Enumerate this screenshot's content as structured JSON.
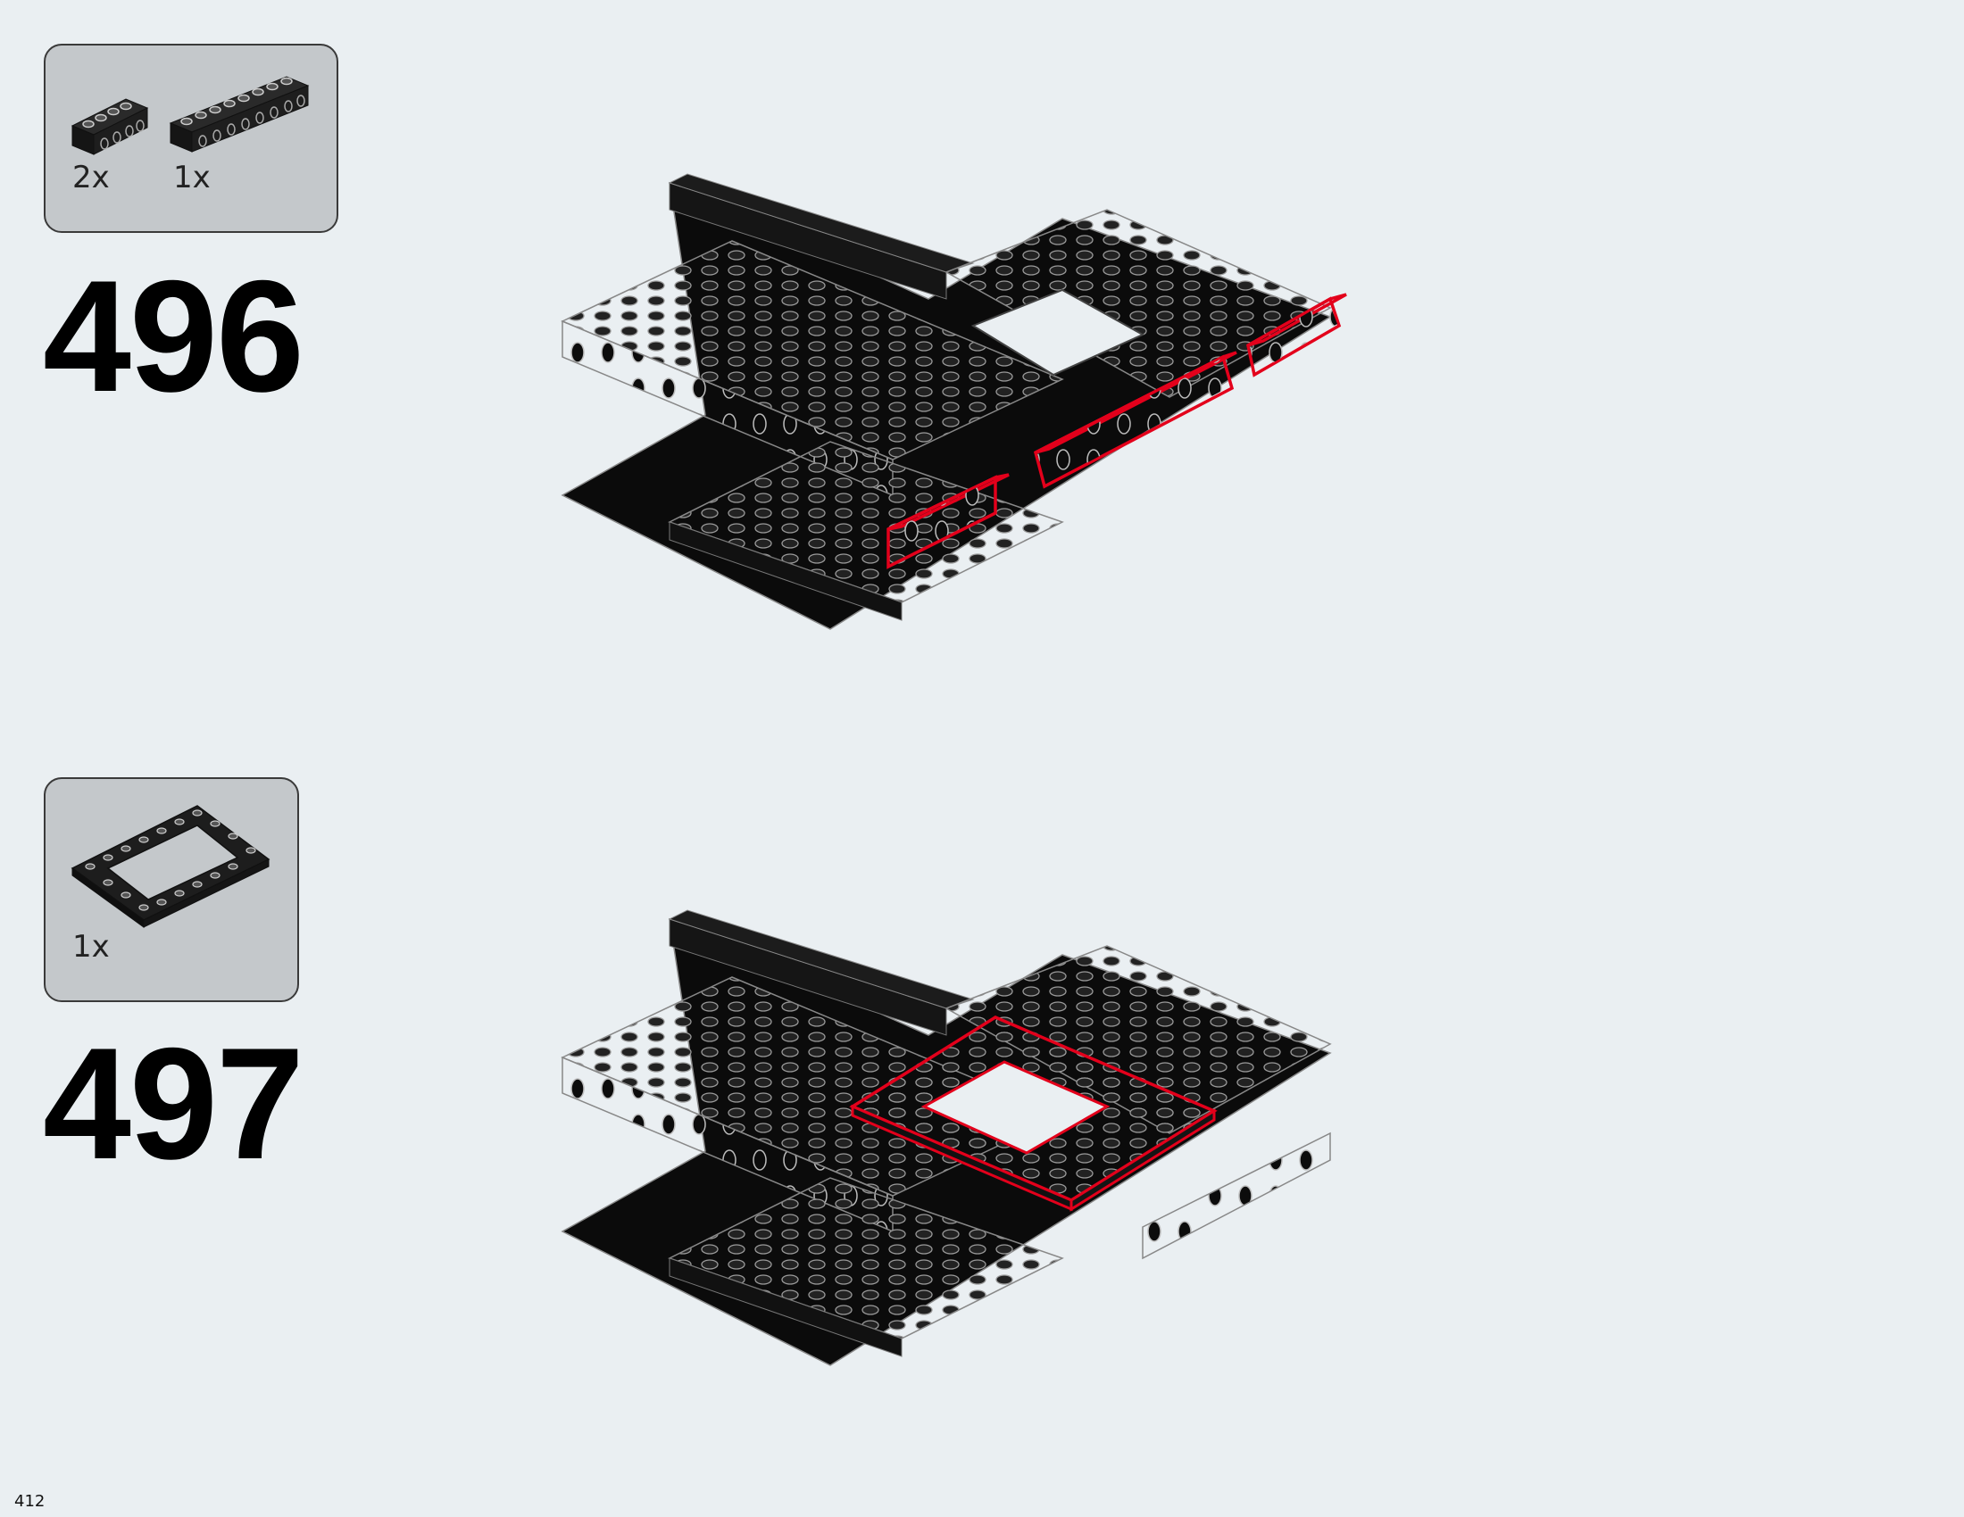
{
  "page": {
    "number": "412",
    "background": "#eaeff2"
  },
  "steps": [
    {
      "number": "496",
      "parts": [
        {
          "qty": "2x",
          "icon": "technic-brick-1x4-icon"
        },
        {
          "qty": "1x",
          "icon": "technic-brick-1x8-icon"
        }
      ],
      "highlight_color": "#e3001b"
    },
    {
      "number": "497",
      "parts": [
        {
          "qty": "1x",
          "icon": "plate-6x8-open-center-icon"
        }
      ],
      "highlight_color": "#e3001b"
    }
  ]
}
